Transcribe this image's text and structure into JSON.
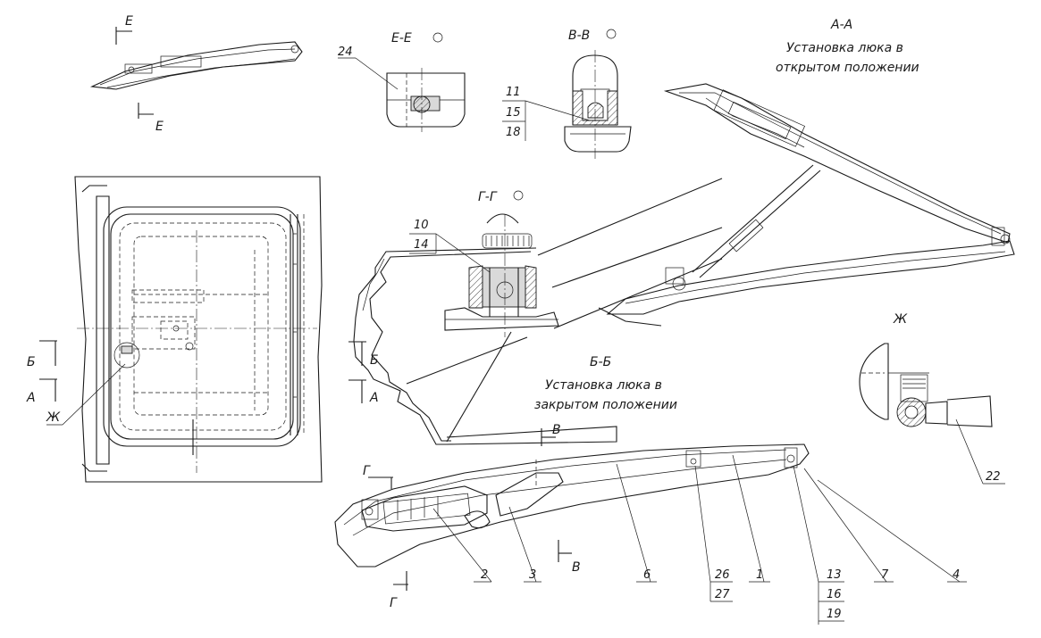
{
  "labels": {
    "view_e": "Е",
    "view_e2": "Е",
    "section_ee": "Е-Е",
    "section_vv": "В-В",
    "section_gg": "Г-Г",
    "section_aa": "А-А",
    "aa_caption_1": "Установка люка в",
    "aa_caption_2": "открытом положении",
    "section_bb": "Б-Б",
    "bb_caption_1": "Установка люка в",
    "bb_caption_2": "закрытом положении",
    "view_zh": "Ж",
    "cut_b_left": "Б",
    "cut_a_left": "А",
    "cut_b_mid": "Б",
    "cut_a_mid": "А",
    "cut_zh": "Ж",
    "cut_g_top": "Г",
    "cut_g_bottom": "Г",
    "cut_v_top": "В",
    "cut_v_bottom": "В"
  },
  "callouts": {
    "p24": "24",
    "p11": "11",
    "p15": "15",
    "p18": "18",
    "p10": "10",
    "p14": "14",
    "p22": "22",
    "p2": "2",
    "p3": "3",
    "p6": "6",
    "p26": "26",
    "p27": "27",
    "p1": "1",
    "p13": "13",
    "p16": "16",
    "p19": "19",
    "p7": "7",
    "p4": "4"
  }
}
